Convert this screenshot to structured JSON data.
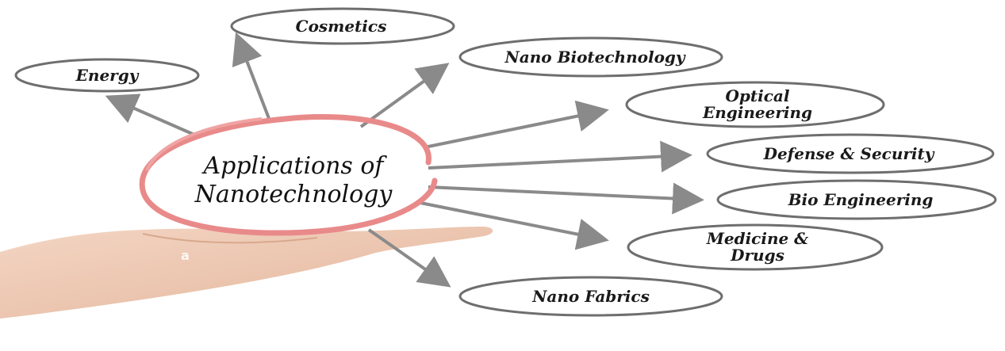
{
  "center": {
    "line1": "Applications of",
    "line2": "Nanotechnology"
  },
  "nodes": [
    {
      "id": "energy",
      "label": "Energy"
    },
    {
      "id": "cosmetics",
      "label": "Cosmetics"
    },
    {
      "id": "nano-biotechnology",
      "label": "Nano Biotechnology"
    },
    {
      "id": "optical-engineering",
      "label": "Optical Engineering",
      "lines": [
        "Optical",
        "Engineering"
      ]
    },
    {
      "id": "defense-security",
      "label": "Defense & Security"
    },
    {
      "id": "bio-engineering",
      "label": "Bio Engineering"
    },
    {
      "id": "medicine-drugs",
      "label": "Medicine & Drugs",
      "lines": [
        "Medicine &",
        "Drugs"
      ]
    },
    {
      "id": "nano-fabrics",
      "label": "Nano Fabrics"
    }
  ],
  "watermark": {
    "mark": "a"
  },
  "colors": {
    "arrow": "#8a8a8a",
    "ellipse_stroke": "#6e6e6e",
    "center_ring": "#e98a8a",
    "skin": "#eec9b3"
  }
}
